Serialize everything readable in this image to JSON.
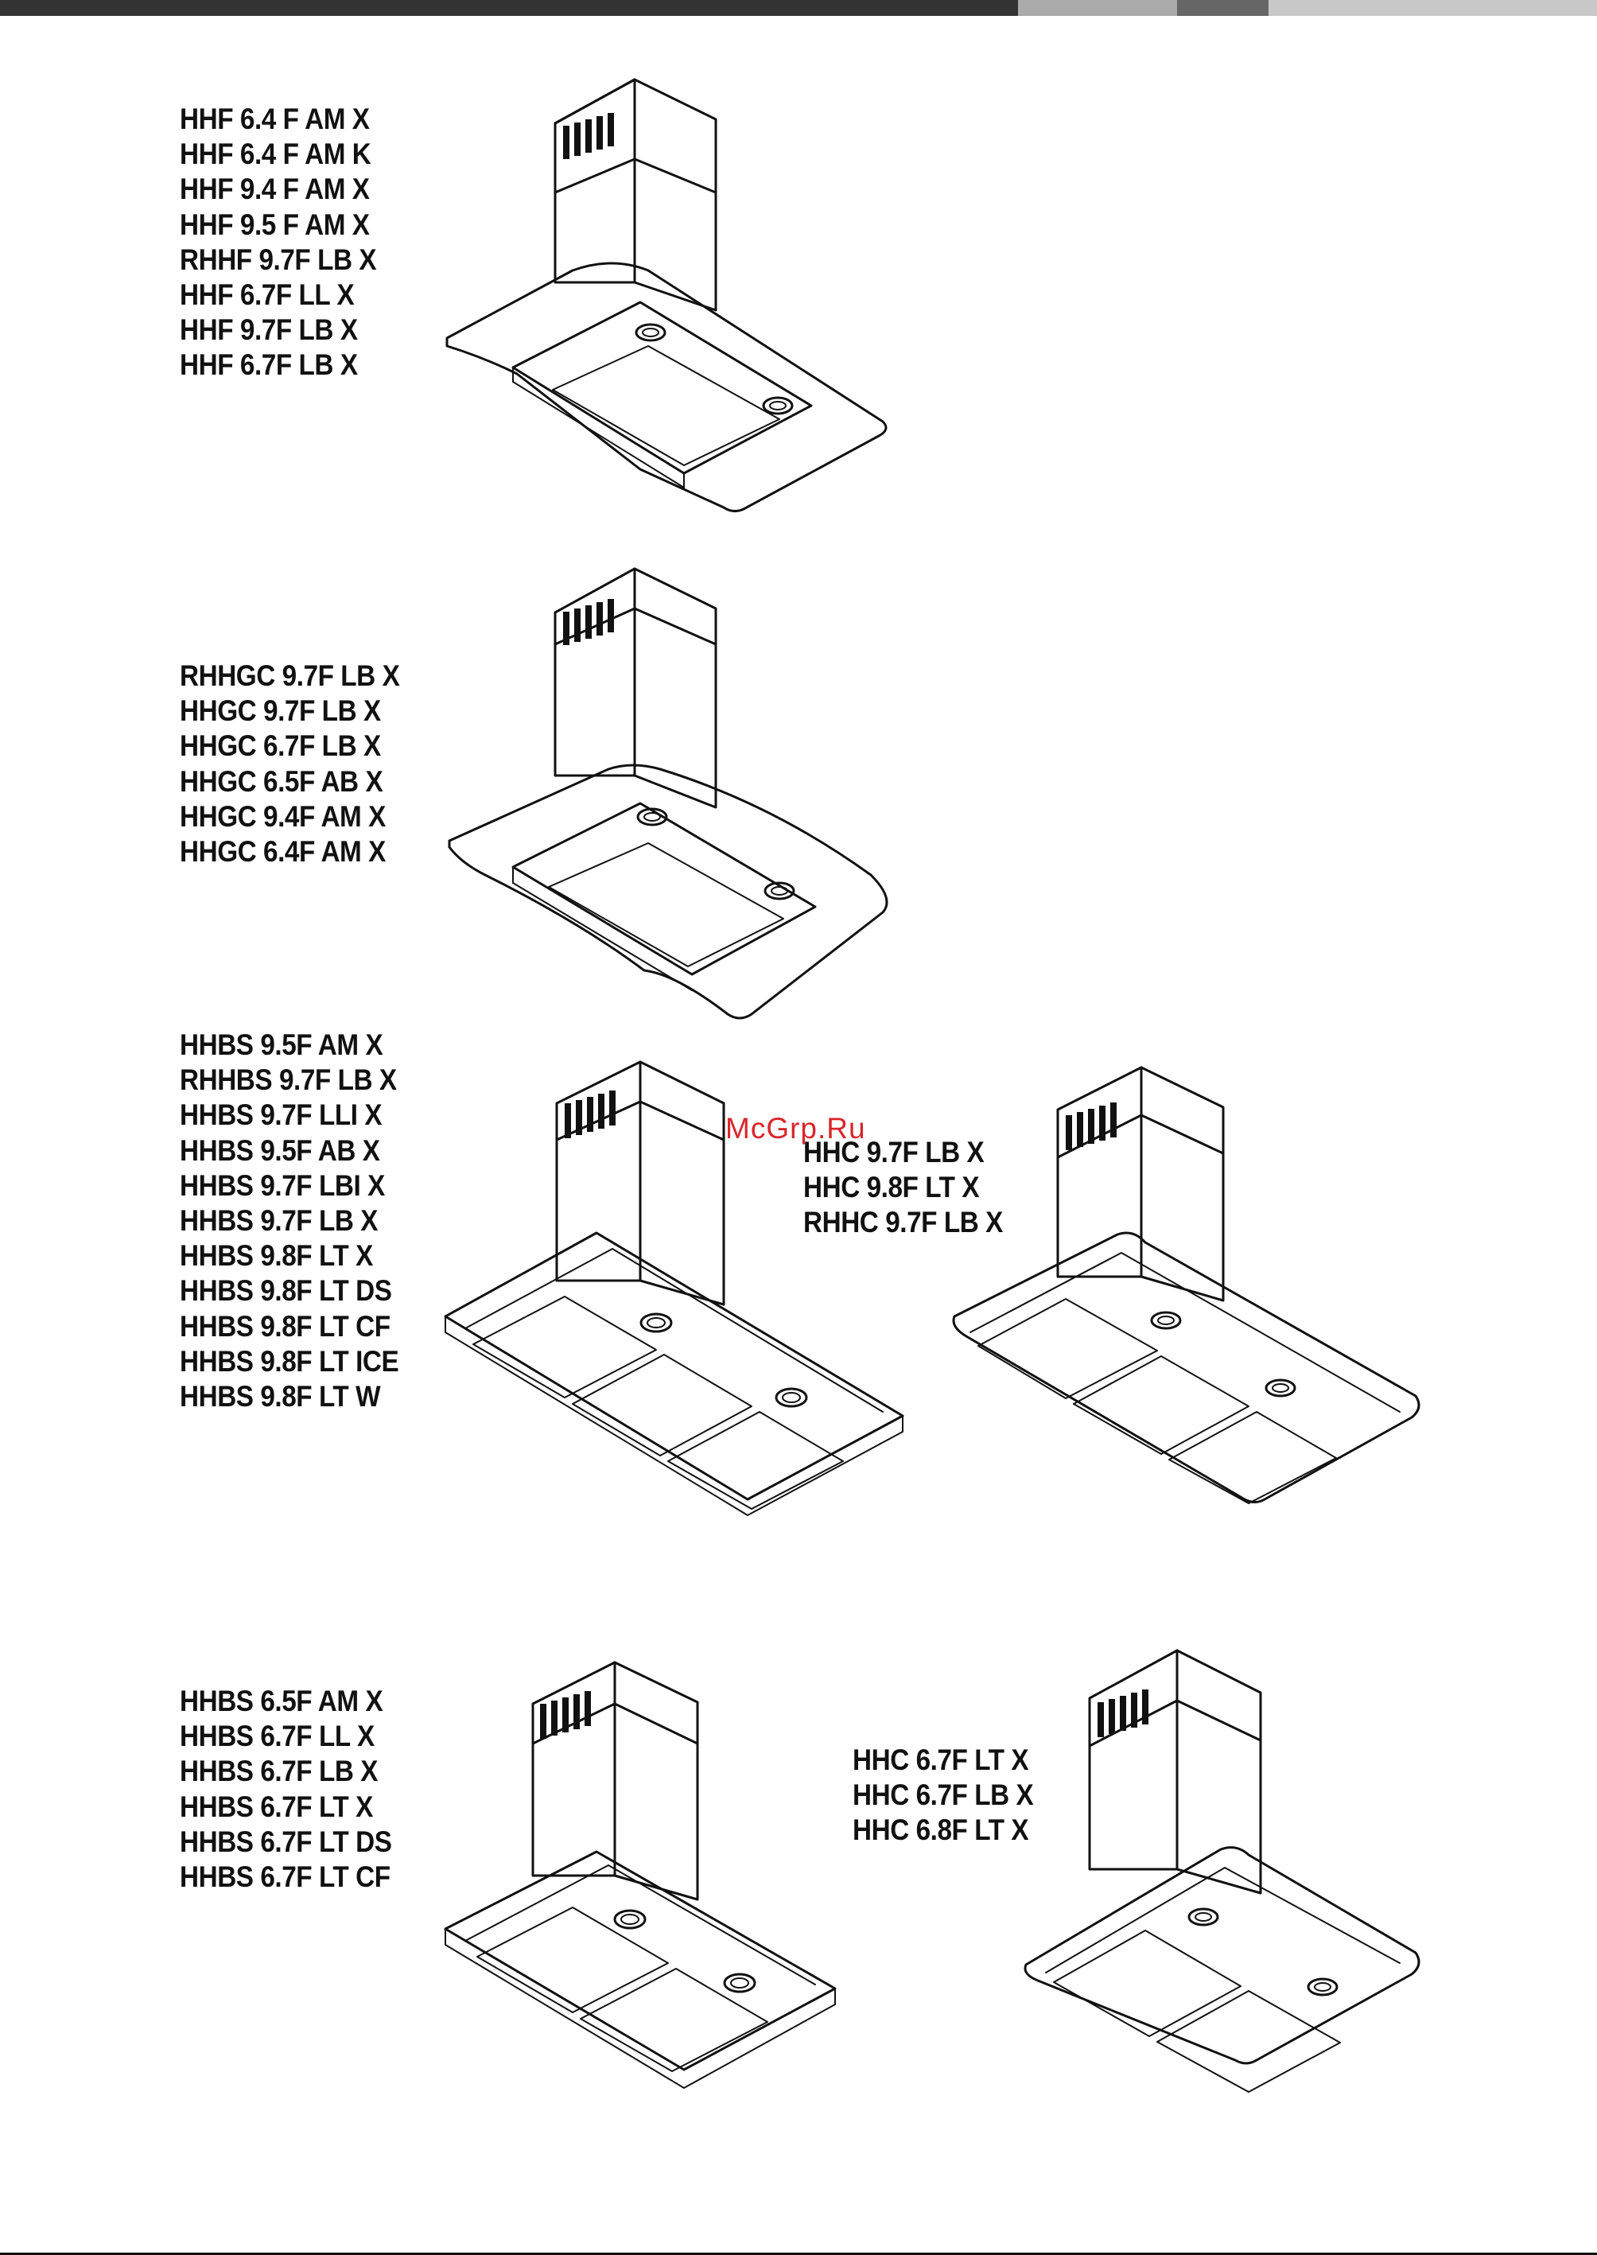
{
  "watermark": "McGrp.Ru",
  "accent_color": "#d9262c",
  "groups": [
    {
      "models": [
        "HHF 6.4 F AM X",
        "HHF 6.4 F AM K",
        "HHF 9.4 F AM X",
        "HHF 9.5 F AM X",
        "RHHF 9.7F LB X",
        "HHF 6.7F LL X",
        "HHF 9.7F LB X",
        "HHF 6.7F LB X"
      ]
    },
    {
      "models": [
        "RHHGC 9.7F LB X",
        "HHGC 9.7F LB X",
        "HHGC 6.7F LB X",
        "HHGC 6.5F AB X",
        "HHGC 9.4F AM X",
        "HHGC 6.4F AM X"
      ]
    },
    {
      "models": [
        "HHBS 9.5F AM X",
        "RHHBS 9.7F LB X",
        "HHBS 9.7F LLI X",
        "HHBS 9.5F AB X",
        "HHBS 9.7F LBI X",
        "HHBS 9.7F LB X",
        "HHBS 9.8F LT X",
        "HHBS 9.8F LT DS",
        "HHBS 9.8F LT CF",
        "HHBS 9.8F LT ICE",
        "HHBS 9.8F LT W"
      ]
    },
    {
      "models": [
        "HHC 9.7F LB X",
        "HHC 9.8F LT X",
        "RHHC 9.7F LB X"
      ]
    },
    {
      "models": [
        "HHBS 6.5F AM X",
        "HHBS 6.7F LL X",
        "HHBS 6.7F LB X",
        "HHBS 6.7F LT X",
        "HHBS 6.7F LT DS",
        "HHBS 6.7F LT CF"
      ]
    },
    {
      "models": [
        "HHC 6.7F LT X",
        "HHC 6.7F LB X",
        "HHC 6.8F LT X"
      ]
    }
  ]
}
